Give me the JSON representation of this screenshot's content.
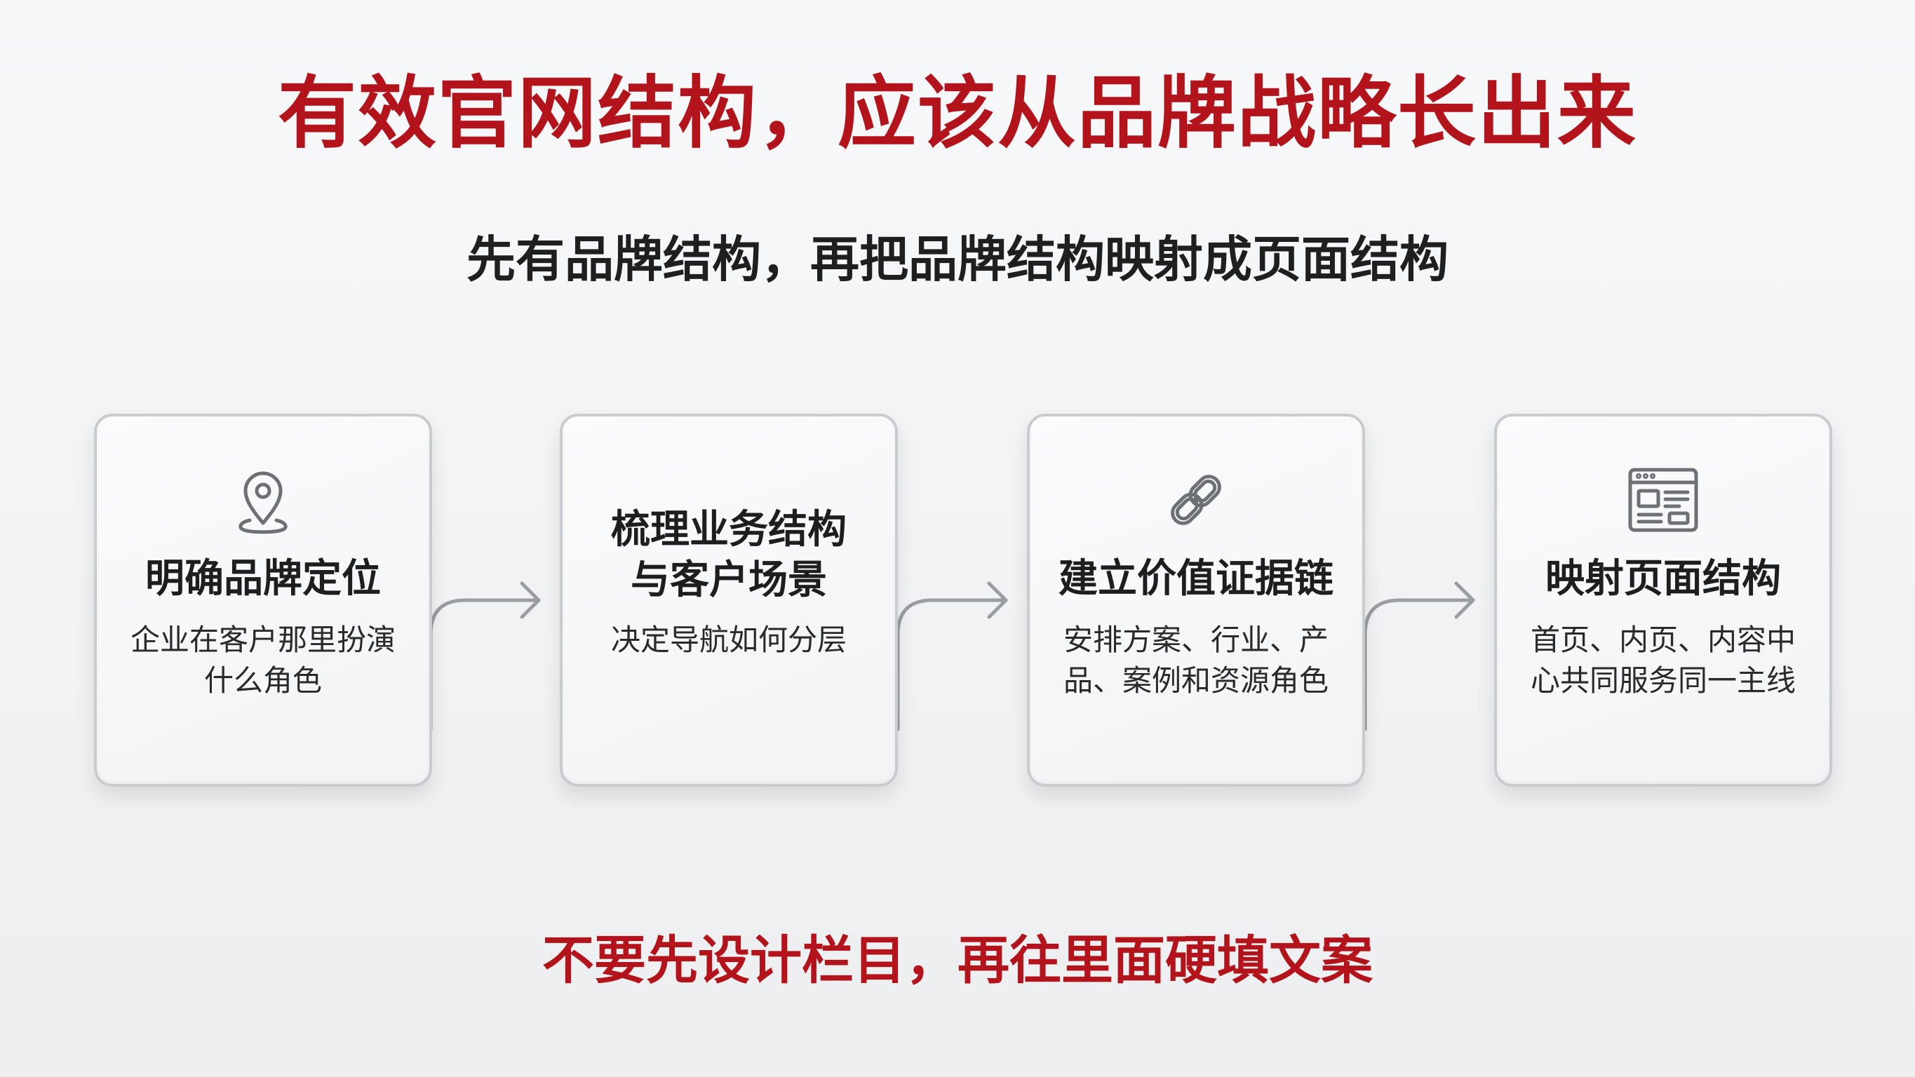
{
  "title": "有效官网结构，应该从品牌战略长出来",
  "subtitle": "先有品牌结构，再把品牌结构映射成页面结构",
  "footer": "不要先设计栏目，再往里面硬填文案",
  "colors": {
    "accent": "#b3141c",
    "text": "#1e1e1e",
    "card_border": "#c9cbce",
    "icon": "#6d7075",
    "connector": "#9a9da2"
  },
  "steps": [
    {
      "icon": "location-pin-icon",
      "heading_lines": [
        "明确品牌定位"
      ],
      "desc_lines": [
        "企业在客户那里扮演",
        "什么角色"
      ]
    },
    {
      "icon": "",
      "heading_lines": [
        "梳理业务结构",
        "与客户场景"
      ],
      "desc_lines": [
        "决定导航如何分层"
      ]
    },
    {
      "icon": "link-chain-icon",
      "heading_lines": [
        "建立价值证据链"
      ],
      "desc_lines": [
        "安排方案、行业、产",
        "品、案例和资源角色"
      ]
    },
    {
      "icon": "webpage-layout-icon",
      "heading_lines": [
        "映射页面结构"
      ],
      "desc_lines": [
        "首页、内页、内容中",
        "心共同服务同一主线"
      ]
    }
  ]
}
